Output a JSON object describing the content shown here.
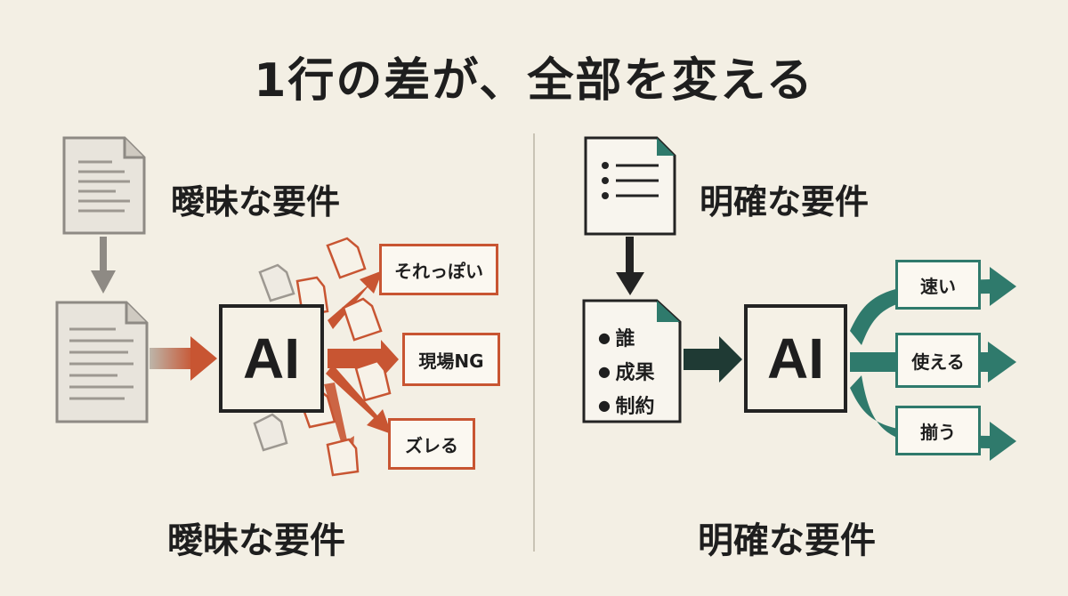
{
  "title": "1行の差が、全部を変える",
  "left": {
    "heading_top": "曖昧な要件",
    "heading_bottom": "曖昧な要件",
    "ai_label": "AI",
    "outputs": [
      "それっぽい",
      "現場NG",
      "ズレる"
    ]
  },
  "right": {
    "heading_top": "明確な要件",
    "heading_bottom": "明確な要件",
    "ai_label": "AI",
    "bullets": [
      "誰",
      "成果",
      "制約"
    ],
    "outputs": [
      "速い",
      "使える",
      "揃う"
    ]
  },
  "colors": {
    "background": "#f3efe4",
    "vague_accent": "#c85532",
    "clear_accent": "#2f7a6c",
    "dark_arrow": "#1f3a34",
    "ink": "#1e1e1e"
  },
  "icons": [
    "document-icon",
    "arrow-down-icon",
    "arrow-right-icon",
    "scattered-pages-icon"
  ]
}
